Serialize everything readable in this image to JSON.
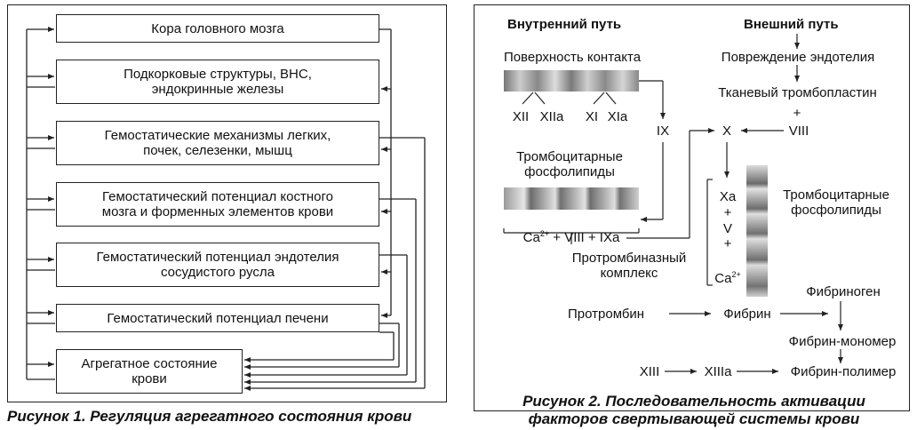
{
  "figure1": {
    "boxes": [
      "Кора головного мозга",
      "Подкорковые структуры, ВНС,\nэндокринные железы",
      "Гемостатические механизмы легких,\nпочек, селезенки, мышц",
      "Гемостатический потенциал костного\nмозга и форменных элементов крови",
      "Гемостатический потенциал эндотелия\nсосудистого русла",
      "Гемостатический потенциал печени",
      "Агрегатное состояние\nкрови"
    ],
    "caption": "Рисунок 1.  Регуляция агрегатного состояния крови"
  },
  "figure2": {
    "internal_title": "Внутренний путь",
    "external_title": "Внешний путь",
    "contact_surface": "Поверхность контакта",
    "factor_xii": "XII",
    "factor_xiia": "XIIa",
    "factor_xi": "XI",
    "factor_xia": "XIa",
    "factor_ix": "IX",
    "platelet_phospholipids_left": "Тромбоцитарные\nфосфолипиды",
    "ca_complex_pre": "Ca",
    "ca_complex_sup": "2+",
    "ca_complex_post": " + VIII + IXa",
    "prothrombinase_label": "Протромбиназный\nкомплекс",
    "endothelium_damage": "Повреждение эндотелия",
    "tissue_thromboplastin": "Тканевый тромбопластин",
    "plus": "+",
    "factor_viii": "VIII",
    "factor_x": "X",
    "factor_xa": "Xa",
    "factor_v": "V",
    "ca_sup": "2+",
    "platelet_phospholipids_right": "Тромбоцитарные\nфосфолипиды",
    "prothrombin": "Протромбин",
    "fibrin": "Фибрин",
    "fibrinogen": "Фибриноген",
    "fibrin_monomer": "Фибрин-мономер",
    "factor_xiii": "XIII",
    "factor_xiiia": "XIIIa",
    "fibrin_polymer": "Фибрин-полимер",
    "caption": "Рисунок 2.  Последовательность активации\nфакторов свертывающей системы крови"
  },
  "colors": {
    "line": "#222222",
    "texture_light": "#d8d8d8",
    "texture_dark": "#6a6a6a"
  }
}
